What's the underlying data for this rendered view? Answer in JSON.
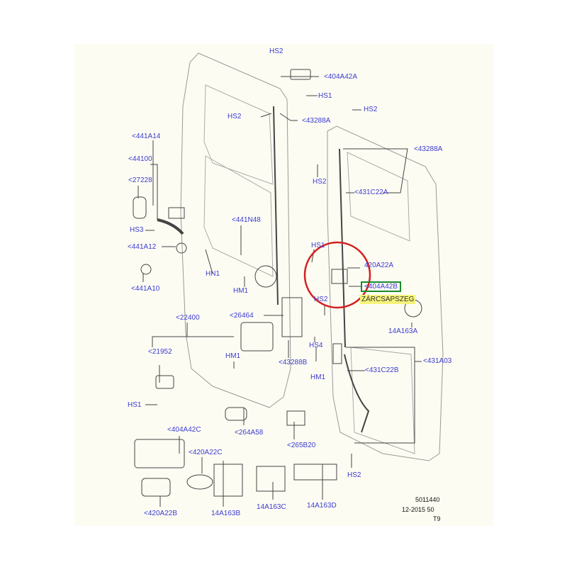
{
  "labels": {
    "hs2_top": "HS2",
    "p404A42A": "<404A42A",
    "hs1_top": "HS1",
    "hs2_left_hinge": "HS2",
    "p43288A_left": "<43288A",
    "hs2_right_top": "HS2",
    "p43288A_right": "<43288A",
    "hs2_right_hinge": "HS2",
    "p431C22A": "<431C22A",
    "p441A14": "<441A14",
    "p44100": "<44100",
    "p27228": "<27228",
    "hs3": "HS3",
    "p441A12": "<441A12",
    "p441A10": "<441A10",
    "p441N48": "<441N48",
    "hn1": "HN1",
    "hm1_a": "HM1",
    "hs1_mid": "HS1",
    "p420A22A": "420A22A",
    "p404A42B": "<404A42B",
    "annotation": "ZÁRCSAPSZEG",
    "hs2_mid": "HS2",
    "p26464": "<26464",
    "p22400": "<22400",
    "p14A163A": "14A163A",
    "hs4": "HS4",
    "p21952": "<21952",
    "hm1_b": "HM1",
    "p43288B": "<43288B",
    "hm1_c": "HM1",
    "p431C22B": "<431C22B",
    "p431A03": "<431A03",
    "hs1_low": "HS1",
    "p404A42C": "<404A42C",
    "p264A58": "<264A58",
    "p265B20": "<265B20",
    "p420A22C": "<420A22C",
    "hs2_bottom": "HS2",
    "p420A22B": "<420A22B",
    "p14A163B": "14A163B",
    "p14A163C": "14A163C",
    "p14A163D": "14A163D"
  },
  "reference": {
    "number": "5011440",
    "date": "12-2015 50",
    "code": "T9"
  },
  "colors": {
    "label": "#3b3bd0",
    "highlight_circle": "#d42020",
    "selected_box": "#1a8a2a",
    "annotation_bg": "#f6f47a"
  }
}
